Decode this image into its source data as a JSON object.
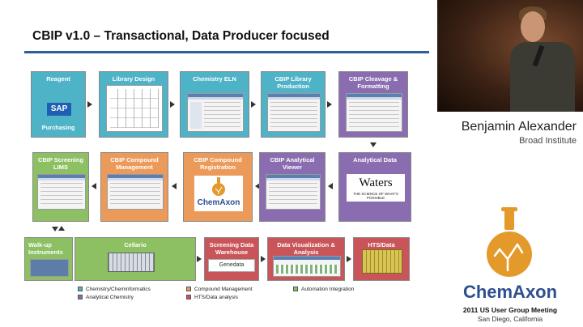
{
  "slide": {
    "title": "CBIP v1.0 – Transactional, Data Producer focused",
    "row1": [
      {
        "label": "Reagent",
        "sub": "Purchasing",
        "badge": "SAP"
      },
      {
        "label": "Library Design"
      },
      {
        "label": "Chemistry ELN"
      },
      {
        "label": "CBIP Library Production"
      },
      {
        "label": "CBIP Cleavage & Formatting"
      }
    ],
    "row2": [
      {
        "label": "CBIP Screening LIMS"
      },
      {
        "label": "CBIP Compound Management"
      },
      {
        "label": "CBIP Compound Registration",
        "logo": "ChemAxon"
      },
      {
        "label": "CBIP Analytical Viewer"
      },
      {
        "label": "Analytical Data",
        "logo": "Waters",
        "tagline": "THE SCIENCE OF WHAT'S POSSIBLE"
      }
    ],
    "row3": [
      {
        "label": "Walk-up Instruments"
      },
      {
        "label": "Cellario"
      },
      {
        "label": "Screening Data Warehouse",
        "logo": "Genedata"
      },
      {
        "label": "Data Visualization & Analysis"
      },
      {
        "label": "HTS/Data"
      }
    ],
    "legend": [
      {
        "label": "Chemistry/Cheminformatics",
        "color": "#4fb3c7"
      },
      {
        "label": "Compound Management",
        "color": "#ec9a5a"
      },
      {
        "label": "Automation Integration",
        "color": "#8cc063"
      },
      {
        "label": "Analytical Chemistry",
        "color": "#8a6db0"
      },
      {
        "label": "HTS/Data analysis",
        "color": "#c9555a"
      }
    ]
  },
  "video": {
    "speaker_name": "Benjamin Alexander",
    "speaker_institution": "Broad Institute",
    "brand": "ChemAxon",
    "event_line1": "2011 US User Group Meeting",
    "event_line2": "San Diego, California"
  }
}
